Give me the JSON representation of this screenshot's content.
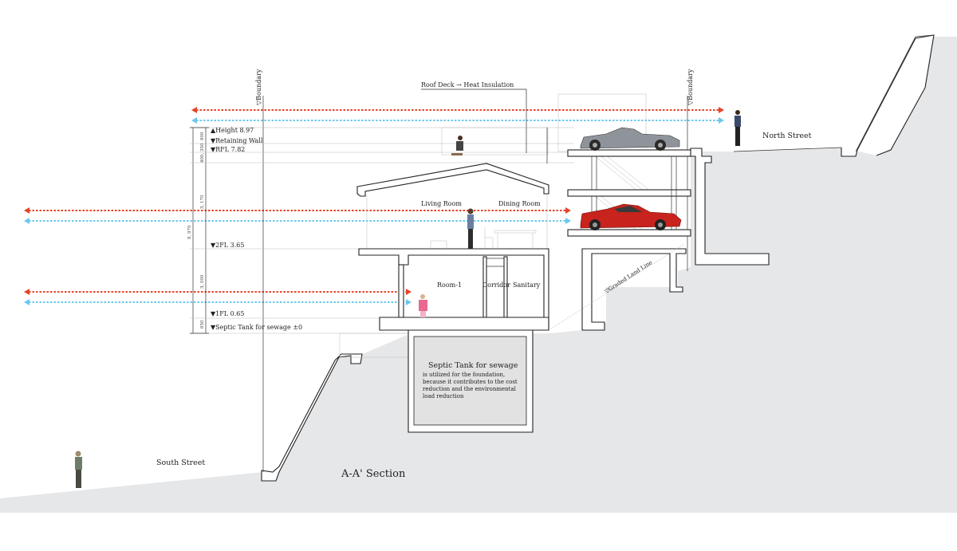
{
  "section_title": "A-A' Section",
  "streets": {
    "south": "South Street",
    "north": "North Street"
  },
  "boundary_label": "▽Boundary",
  "roof_note": "Roof Deck → Heat Insulation",
  "levels": {
    "height": "▲Height 8.97",
    "retaining_wall": "▼Retaining Wall",
    "rfl": "▼RFL 7.82",
    "fl2": "▼2FL 3.65",
    "fl1": "▼1FL 0.65",
    "septic": "▼Septic Tank for sewage ±0"
  },
  "dimensions": {
    "d1": "800",
    "d2": "400, 350",
    "d3": "3, 170",
    "d_total": "8, 970",
    "d4": "3, 000",
    "d5": "650"
  },
  "rooms": {
    "living": "Living Room",
    "dining": "Dining Room",
    "room1": "Room-1",
    "corridor": "Corridor",
    "sanitary": "Sanitary"
  },
  "graded_land_line": "▽Graded Land Line",
  "septic_box": {
    "title": "Septic Tank for sewage",
    "line1": "is utilized for the foundation,",
    "line2": "because it contributes to the cost",
    "line3": "reduction and the environmental",
    "line4": "load reduction"
  },
  "colors": {
    "ground": "#e6e7e9",
    "arrow_red": "#e8432a",
    "arrow_blue": "#6cc8ee",
    "car_silver": "#8e949a",
    "car_red": "#c8231c"
  }
}
